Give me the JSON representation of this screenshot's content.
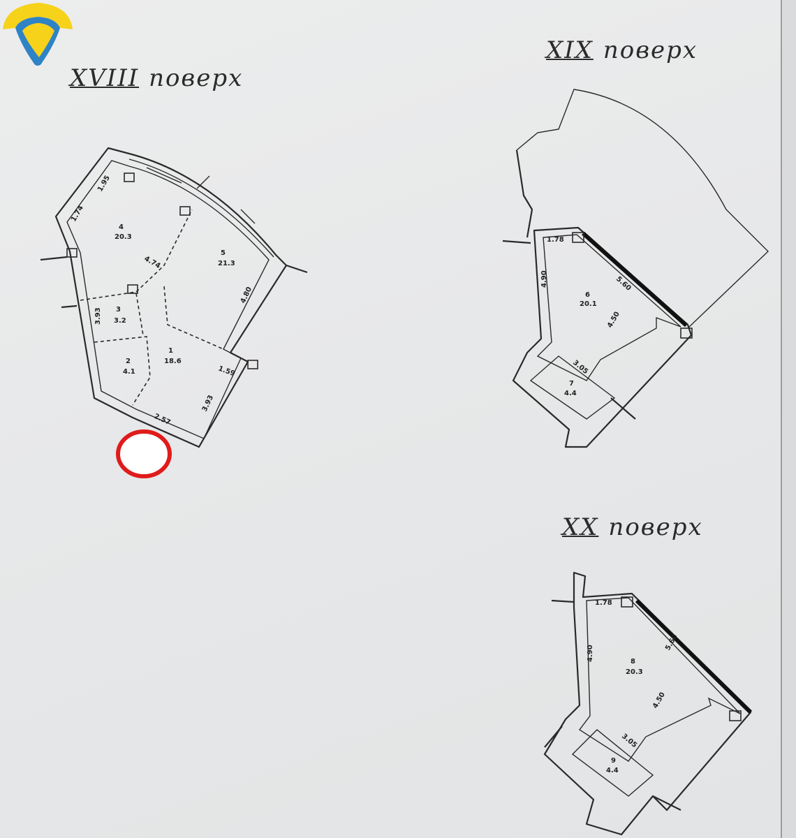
{
  "floors": [
    {
      "roman": "XVIII",
      "word": "поверх",
      "rooms": [
        {
          "no": "1",
          "area": "18.6"
        },
        {
          "no": "2",
          "area": "4.1"
        },
        {
          "no": "3",
          "area": "3.2"
        },
        {
          "no": "4",
          "area": "20.3"
        },
        {
          "no": "5",
          "area": "21.3"
        }
      ],
      "dims": [
        "1.95",
        "1.74",
        "4.74",
        "3.93",
        "1.59",
        "2.57",
        "3.93",
        "4.80"
      ]
    },
    {
      "roman": "XIX",
      "word": "поверх",
      "rooms": [
        {
          "no": "6",
          "area": "20.1"
        },
        {
          "no": "7",
          "area": "4.4"
        }
      ],
      "dims": [
        "1.78",
        "5.60",
        "4.50",
        "4.90",
        "3.05"
      ]
    },
    {
      "roman": "XX",
      "word": "поверх",
      "rooms": [
        {
          "no": "8",
          "area": "20.3"
        },
        {
          "no": "9",
          "area": "4.4"
        }
      ],
      "dims": [
        "1.78",
        "5.60",
        "4.50",
        "4.90",
        "3.05"
      ]
    }
  ],
  "colors": {
    "logo_yellow": "#f6d21a",
    "logo_blue": "#2e83c6",
    "marker_red": "#e01b1b"
  },
  "icons": [
    "brand-logo-icon",
    "location-marker-icon"
  ]
}
